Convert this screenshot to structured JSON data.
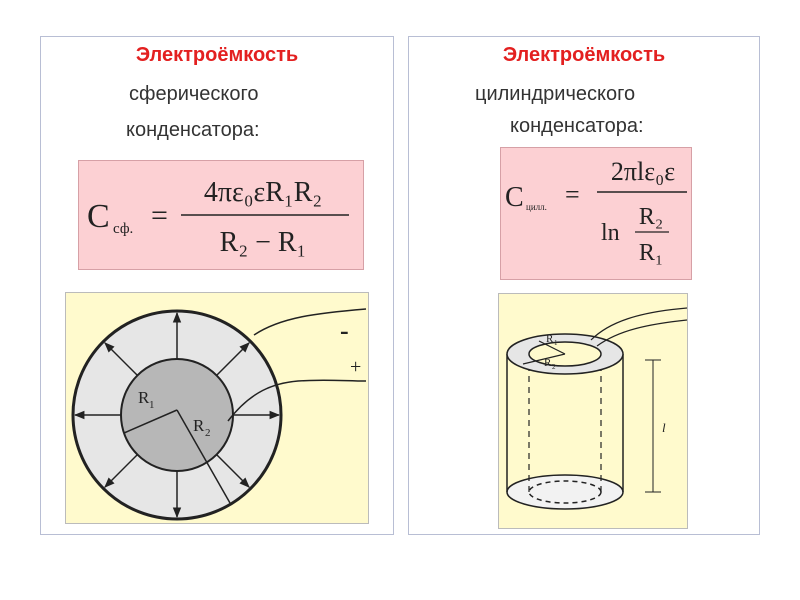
{
  "colors": {
    "title": "#e32020",
    "formula_bg": "#fcd0d3",
    "figure_bg": "#fffacd",
    "outer_sphere": "#e6e6e6",
    "inner_sphere": "#b7b7b7",
    "line": "#222222"
  },
  "spherical": {
    "title": "Электроёмкость",
    "subtitle_line1": "сферического",
    "subtitle_line2": "конденсатора:",
    "formula": {
      "lhs": "C",
      "lhs_sub": "сф.",
      "equals": "=",
      "numerator": "4πε₀εR₁R₂",
      "denominator": "R₂ − R₁"
    },
    "figure": {
      "label_r1": "R",
      "label_r1_sub": "1",
      "label_r2": "R",
      "label_r2_sub": "2",
      "minus_sign": "-",
      "plus_sign": "+"
    }
  },
  "cylindrical": {
    "title": "Электроёмкость",
    "subtitle_line1": "цилиндрического",
    "subtitle_line2": "конденсатора:",
    "formula": {
      "lhs": "C",
      "lhs_sub": "цилл.",
      "equals": "=",
      "numerator": "2πlε₀ε",
      "denominator_ln": "ln",
      "ratio_numerator": "R₂",
      "ratio_denominator": "R₁"
    },
    "figure": {
      "label_r1": "R",
      "label_r1_sub": "1",
      "label_r2": "R",
      "label_r2_sub": "2",
      "label_length": "l"
    }
  }
}
